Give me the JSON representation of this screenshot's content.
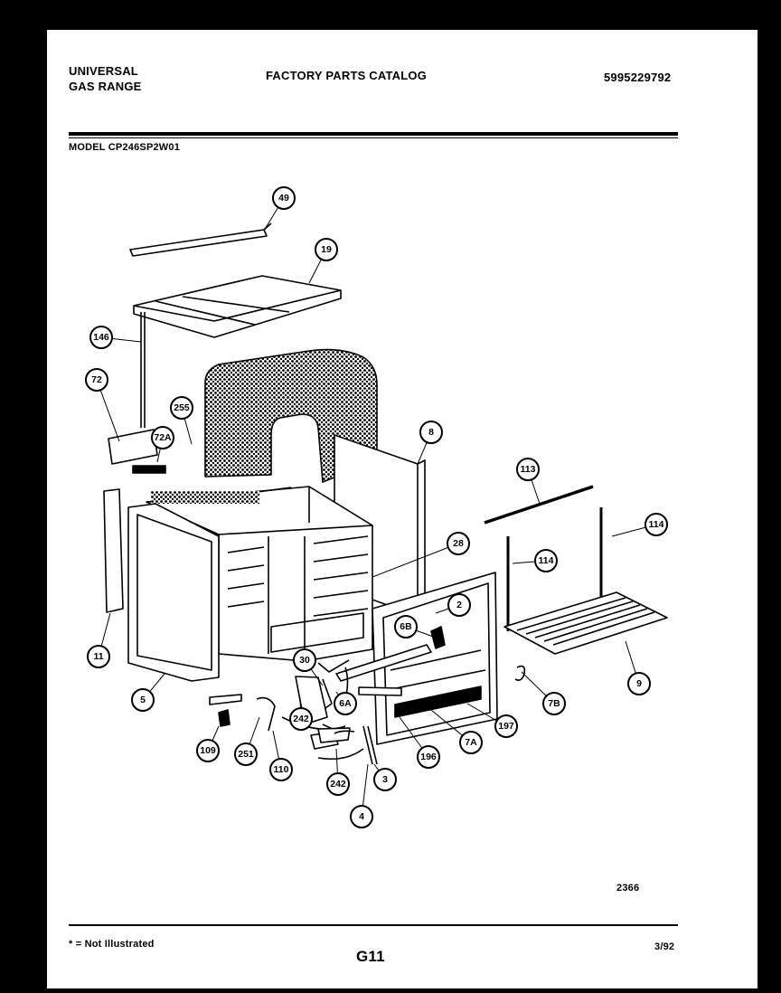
{
  "header": {
    "brand_line1": "UNIVERSAL",
    "brand_line2": "GAS RANGE",
    "catalog_title": "FACTORY PARTS CATALOG",
    "catalog_number": "5995229792",
    "model_line": "MODEL CP246SP2W01"
  },
  "footer": {
    "note": "* = Not Illustrated",
    "page_code": "G11",
    "date": "3/92",
    "figure_number": "2366"
  },
  "callouts": {
    "c49": "49",
    "c19": "19",
    "c146": "146",
    "c72": "72",
    "c255": "255",
    "c72a": "72A",
    "c8": "8",
    "c113": "113",
    "c114a": "114",
    "c114b": "114",
    "c28": "28",
    "c2": "2",
    "c6b": "6B",
    "c11": "11",
    "c9": "9",
    "c30": "30",
    "c7b": "7B",
    "c5": "5",
    "c6a": "6A",
    "c242a": "242",
    "c197": "197",
    "c109": "109",
    "c251": "251",
    "c110": "110",
    "c7a": "7A",
    "c196": "196",
    "c3": "3",
    "c242b": "242",
    "c4": "4"
  }
}
